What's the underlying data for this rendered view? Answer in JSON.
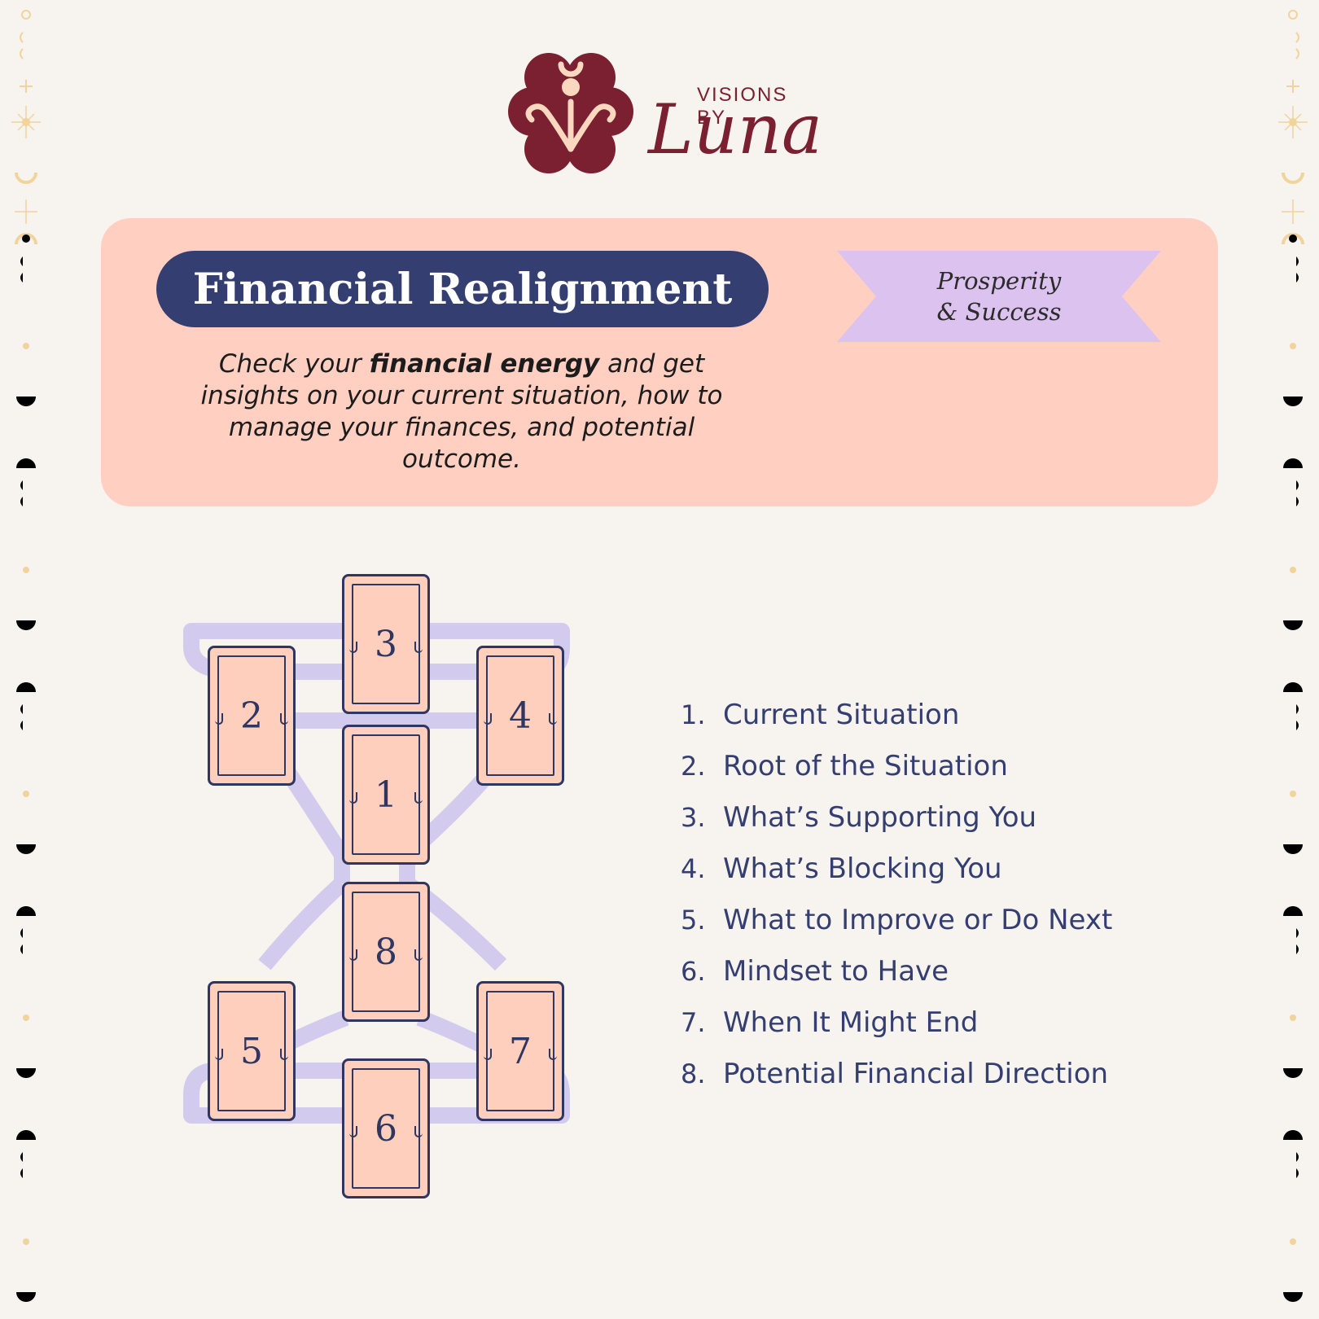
{
  "brand": {
    "top": "VISIONS BY",
    "main": "Luna"
  },
  "header": {
    "title": "Financial Realignment",
    "description_prefix": "Check your ",
    "description_bold": "financial energy",
    "description_suffix": " and get insights on your current situation, how to manage your finances, and potential outcome."
  },
  "tag": {
    "line1": "Prosperity",
    "line2": "& Success"
  },
  "cards": [
    "1",
    "2",
    "3",
    "4",
    "5",
    "6",
    "7",
    "8"
  ],
  "positions": [
    {
      "num": "1.",
      "label": "Current Situation"
    },
    {
      "num": "2.",
      "label": "Root of the Situation"
    },
    {
      "num": "3.",
      "label": "What’s Supporting You"
    },
    {
      "num": "4.",
      "label": "What’s Blocking You"
    },
    {
      "num": "5.",
      "label": "What to Improve or Do Next"
    },
    {
      "num": "6.",
      "label": "Mindset to Have"
    },
    {
      "num": "7.",
      "label": "When It Might End"
    },
    {
      "num": "8.",
      "label": "Potential Financial Direction"
    }
  ],
  "colors": {
    "background": "#f7f3ef",
    "panel": "#ffd0c1",
    "navy": "#343e71",
    "brand": "#7b2030",
    "lavender": "#dcc3ef",
    "hourglass": "#d2cbed",
    "gold": "#f1d39c"
  }
}
